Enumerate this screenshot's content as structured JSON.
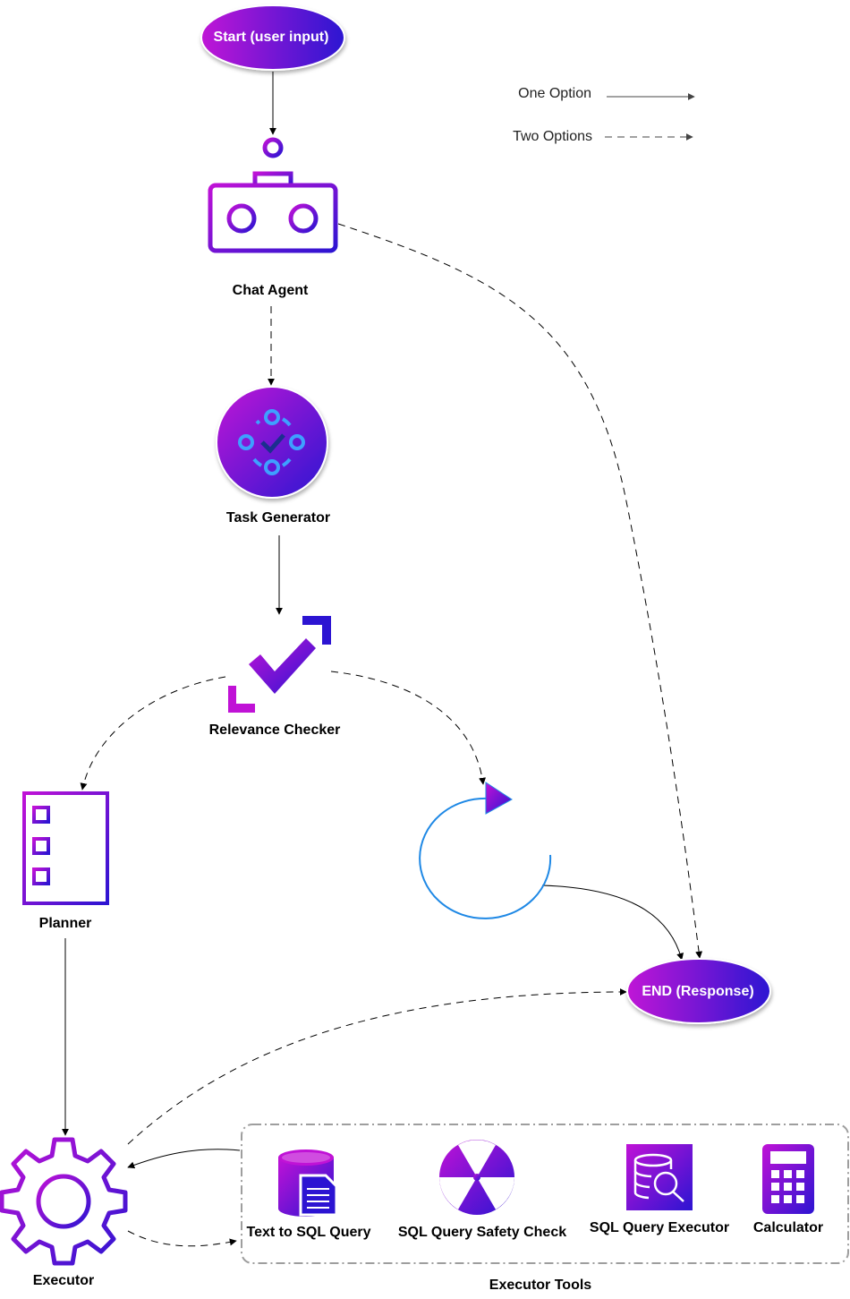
{
  "nodes": {
    "start": "Start (user input)",
    "chat_agent": "Chat Agent",
    "task_generator": "Task Generator",
    "relevance_checker": "Relevance Checker",
    "planner": "Planner",
    "end": "END (Response)",
    "executor": "Executor"
  },
  "tools": {
    "group_label": "Executor Tools",
    "text_to_sql": "Text to SQL Query",
    "safety_check": "SQL Query Safety Check",
    "query_executor": "SQL Query Executor",
    "calculator": "Calculator"
  },
  "legend": {
    "one_option": "One Option",
    "two_options": "Two Options"
  },
  "icons": {
    "start": "oval",
    "chat_agent": "robot-icon",
    "task_generator": "task-cycle-icon",
    "relevance_checker": "checkmark-icon",
    "planner": "checklist-icon",
    "loop": "loop-arrow-icon",
    "end": "oval",
    "executor": "gear-icon",
    "text_to_sql": "database-document-icon",
    "safety_check": "hazard-icon",
    "query_executor": "database-search-icon",
    "calculator": "calculator-icon"
  },
  "colors": {
    "gradient_start": "#C012D6",
    "gradient_end": "#2C14D2",
    "loop_stroke": "#1E88E5",
    "group_border": "#9E9E9E",
    "edge": "#000000"
  }
}
